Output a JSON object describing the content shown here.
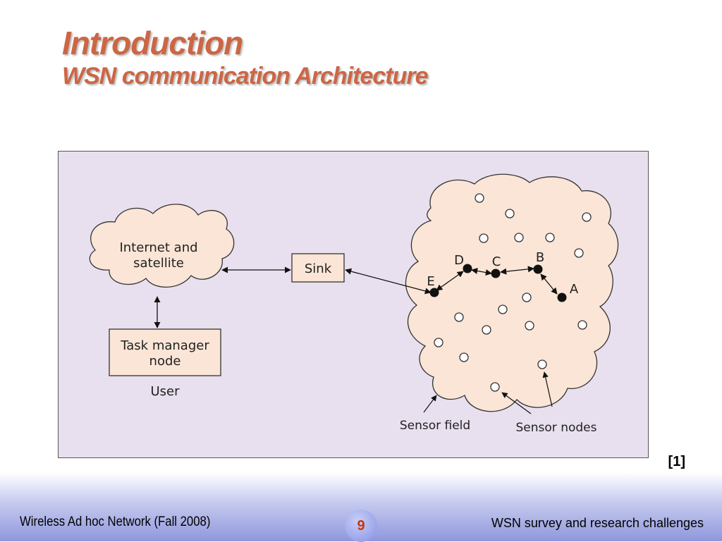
{
  "slide": {
    "title": "Introduction",
    "subtitle": "WSN communication Architecture",
    "citation": "[1]"
  },
  "diagram": {
    "cloud_label_line1": "Internet and",
    "cloud_label_line2": "satellite",
    "sink_label": "Sink",
    "task_manager_line1": "Task manager",
    "task_manager_line2": "node",
    "user_label": "User",
    "sensor_field_label": "Sensor field",
    "sensor_nodes_label": "Sensor nodes",
    "path_nodes": [
      "E",
      "D",
      "C",
      "B",
      "A"
    ]
  },
  "footer": {
    "left": "Wireless Ad hoc Network (Fall 2008)",
    "page": "9",
    "right": "WSN survey and research challenges"
  },
  "colors": {
    "title": "#cc6644",
    "diagram_bg": "#e8e0ee",
    "cloud_fill": "#fbe5d6",
    "page_number": "#cc3311"
  }
}
